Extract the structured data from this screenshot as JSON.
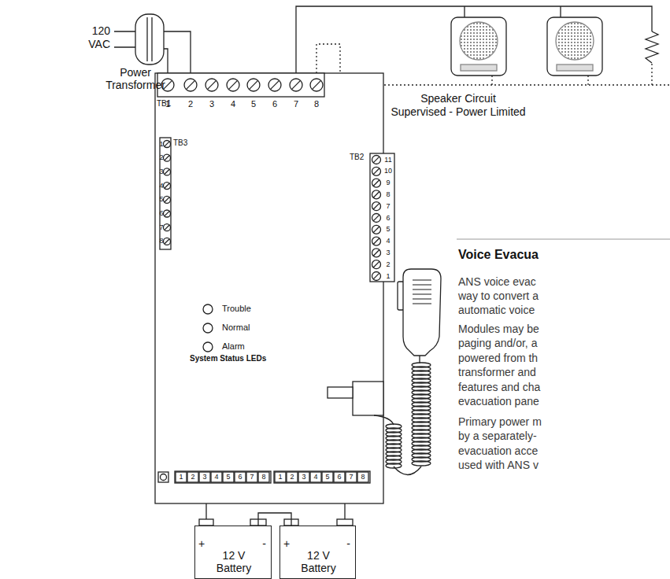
{
  "diagram": {
    "nodes": [
      {
        "text": [
          "+",
          "-",
          "12 V Battery"
        ]
      },
      {
        "text": [
          "+",
          "-",
          "12 V Battery"
        ]
      }
    ],
    "edges": [
      {
        "from": 0,
        "to": 1,
        "arrow": "none"
      }
    ],
    "labels": [
      "120 VAC",
      "Power Transformer",
      "TB1",
      "1",
      "2",
      "3",
      "4",
      "5",
      "6",
      "7",
      "8",
      "TB3",
      "1",
      "2",
      "3",
      "4",
      "5",
      "6",
      "7",
      "8",
      "TB2",
      "11",
      "10",
      "9",
      "8",
      "7",
      "6",
      "5",
      "4",
      "3",
      "2",
      "1",
      "Trouble",
      "Normal",
      "Alarm",
      "System Status LEDs",
      "1",
      "2",
      "3",
      "4",
      "5",
      "6",
      "7",
      "8",
      "1",
      "2",
      "3",
      "4",
      "5",
      "6",
      "7",
      "8",
      "Speaker Circuit",
      "Supervised - Power Limited",
      "Voice Evacua",
      "ANS voice evac",
      "way to convert a",
      "automatic voice",
      "Modules may be",
      "paging and/or, a",
      "powered from th",
      "transformer and",
      "features and cha",
      "evacuation pane",
      "Primary power m",
      "by a separately-",
      "evacuation acce",
      "used with ANS v"
    ]
  }
}
